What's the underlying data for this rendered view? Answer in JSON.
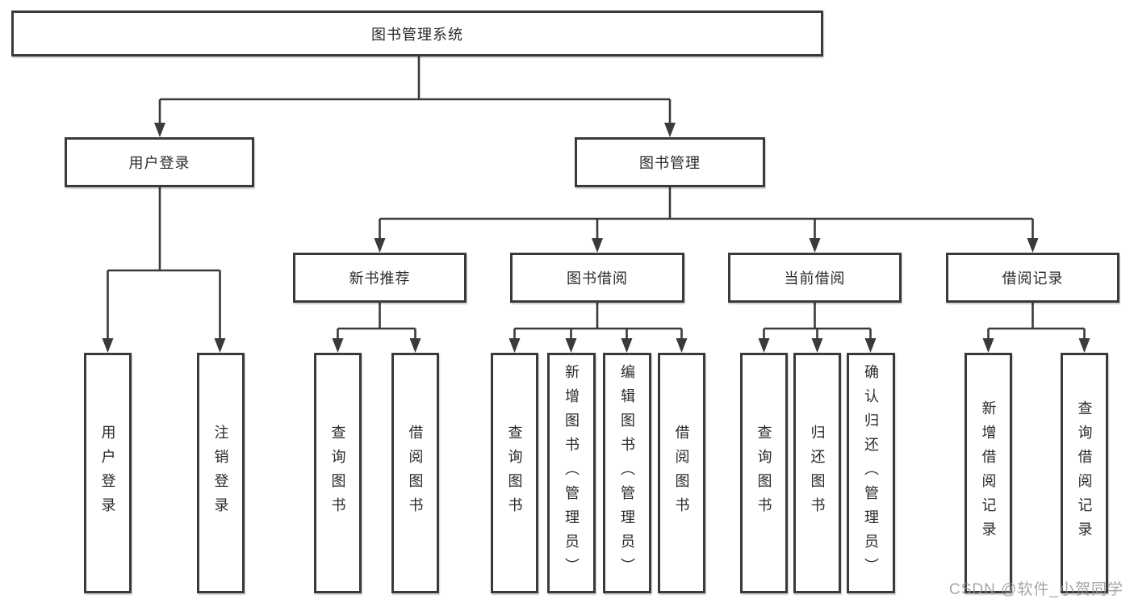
{
  "diagram": {
    "root": {
      "label": "图书管理系统"
    },
    "level2": [
      {
        "label": "用户登录"
      },
      {
        "label": "图书管理"
      }
    ],
    "level3": [
      {
        "label": "新书推荐"
      },
      {
        "label": "图书借阅"
      },
      {
        "label": "当前借阅"
      },
      {
        "label": "借阅记录"
      }
    ],
    "leaves": {
      "user_login": [
        "用户登录",
        "注销登录"
      ],
      "new_book": [
        "查询图书",
        "借阅图书"
      ],
      "book_borrow": [
        "查询图书",
        "新增图书（管理员）",
        "编辑图书（管理员）",
        "借阅图书"
      ],
      "current_borrow": [
        "查询图书",
        "归还图书",
        "确认归还（管理员）"
      ],
      "borrow_record": [
        "新增借阅记录",
        "查询借阅记录"
      ]
    }
  },
  "watermark": "CSDN @软件_小贺同学",
  "colors": {
    "line": "#3a3a3a",
    "text": "#2a2a2a",
    "background": "#ffffff",
    "watermark": "#969696"
  }
}
